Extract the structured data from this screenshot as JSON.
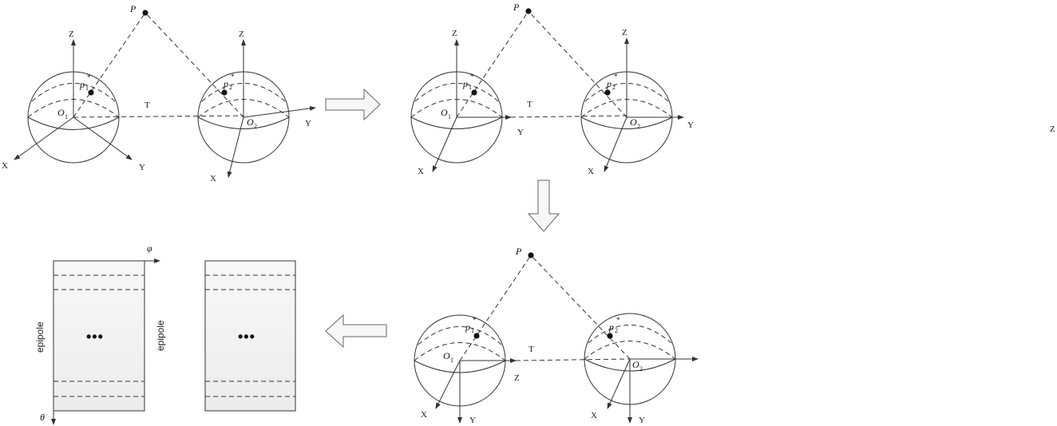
{
  "labels": {
    "point": "P",
    "origin1": "O",
    "origin2": "O",
    "sub1": "1",
    "sub2": "2",
    "proj": "p",
    "star": "*",
    "x": "X",
    "y": "Y",
    "z": "Z",
    "t": "T",
    "phi": "φ",
    "theta": "θ",
    "epipole": "epipole",
    "ellipsis": "•••"
  },
  "colors": {
    "line": "#333333",
    "arrow_fill": "#f7f7f7",
    "panel_fill": "#f3f3f3"
  }
}
